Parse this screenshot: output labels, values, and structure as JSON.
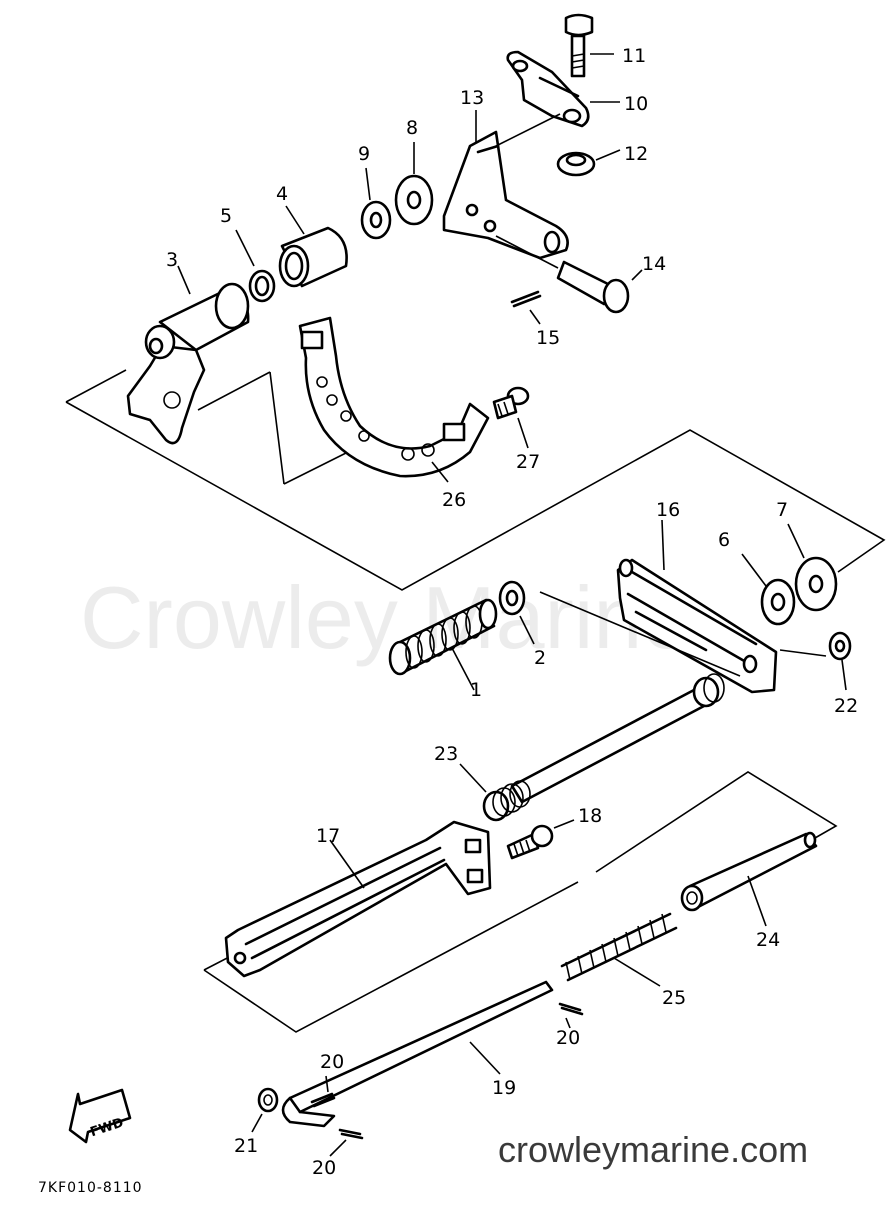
{
  "watermark": "Crowley Marine",
  "website": "crowleymarine.com",
  "diagram_code": "7KF010-8110",
  "fwd_label": "FWD",
  "callouts": {
    "c1": "1",
    "c2": "2",
    "c3": "3",
    "c4": "4",
    "c5": "5",
    "c6": "6",
    "c7": "7",
    "c8": "8",
    "c9": "9",
    "c10": "10",
    "c11": "11",
    "c12": "12",
    "c13": "13",
    "c14": "14",
    "c15": "15",
    "c16": "16",
    "c17": "17",
    "c18": "18",
    "c19": "19",
    "c20a": "20",
    "c20b": "20",
    "c20c": "20",
    "c21": "21",
    "c22": "22",
    "c23": "23",
    "c24": "24",
    "c25": "25",
    "c26": "26",
    "c27": "27"
  }
}
